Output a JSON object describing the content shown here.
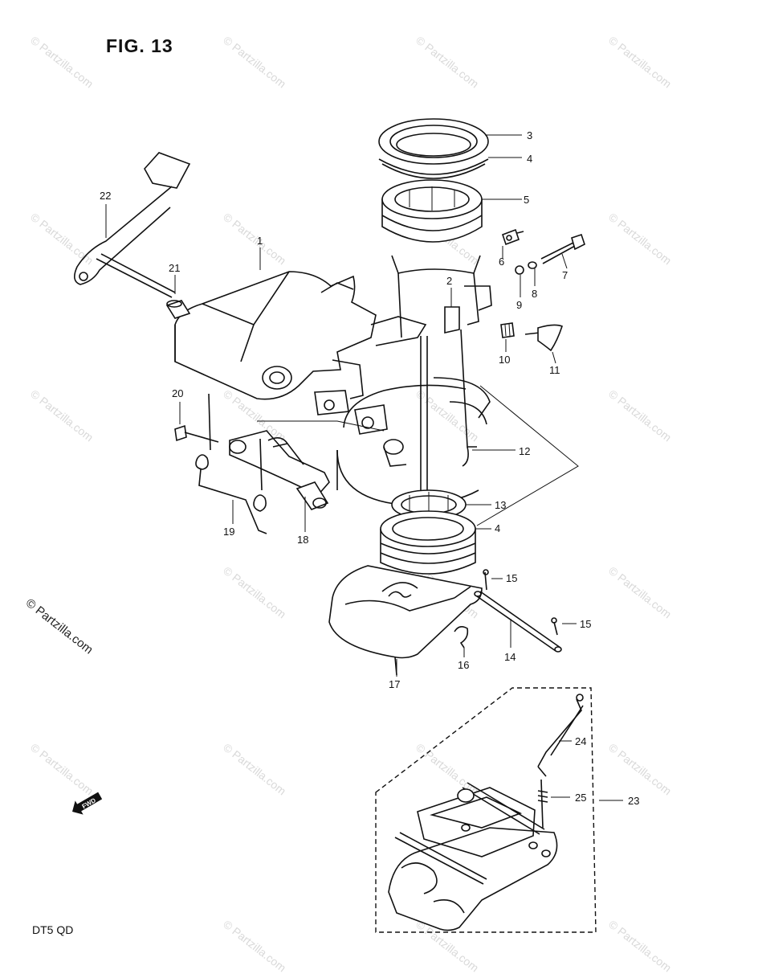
{
  "figure": {
    "title": "FIG. 13",
    "model_code": "DT5 QD",
    "copyright": "© Partzilla.com",
    "watermark": "© Partzilla.com",
    "direction_badge": "FWD"
  },
  "parts": [
    {
      "id": "1",
      "label": "1"
    },
    {
      "id": "2",
      "label": "2"
    },
    {
      "id": "3",
      "label": "3"
    },
    {
      "id": "4a",
      "label": "4"
    },
    {
      "id": "4b",
      "label": "4"
    },
    {
      "id": "5",
      "label": "5"
    },
    {
      "id": "6",
      "label": "6"
    },
    {
      "id": "7",
      "label": "7"
    },
    {
      "id": "8",
      "label": "8"
    },
    {
      "id": "9",
      "label": "9"
    },
    {
      "id": "10",
      "label": "10"
    },
    {
      "id": "11",
      "label": "11"
    },
    {
      "id": "12",
      "label": "12"
    },
    {
      "id": "13",
      "label": "13"
    },
    {
      "id": "14",
      "label": "14"
    },
    {
      "id": "15a",
      "label": "15"
    },
    {
      "id": "15b",
      "label": "15"
    },
    {
      "id": "16",
      "label": "16"
    },
    {
      "id": "17",
      "label": "17"
    },
    {
      "id": "18",
      "label": "18"
    },
    {
      "id": "19",
      "label": "19"
    },
    {
      "id": "20",
      "label": "20"
    },
    {
      "id": "21",
      "label": "21"
    },
    {
      "id": "22",
      "label": "22"
    },
    {
      "id": "23",
      "label": "23"
    },
    {
      "id": "24",
      "label": "24"
    },
    {
      "id": "25",
      "label": "25"
    }
  ]
}
